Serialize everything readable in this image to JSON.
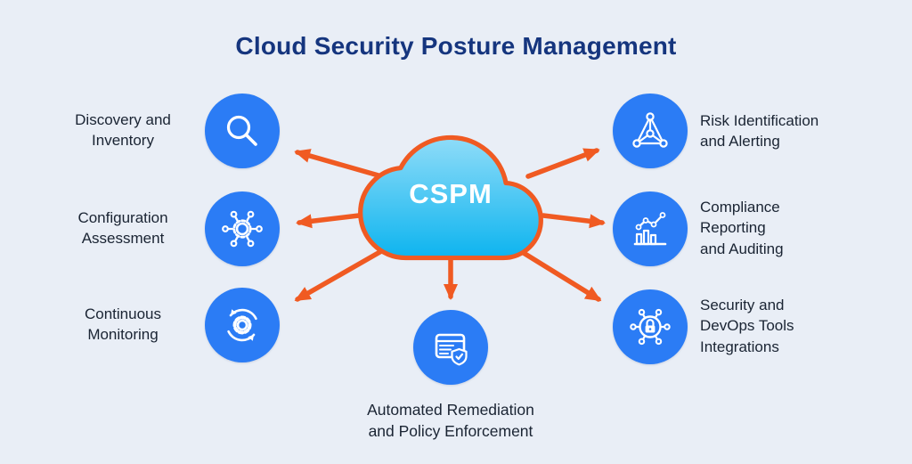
{
  "title": "Cloud Security Posture Management",
  "center": {
    "label": "CSPM",
    "icon": "cloud-icon"
  },
  "nodes": [
    {
      "id": "discovery-inventory",
      "label": "Discovery and\nInventory",
      "icon": "magnifier-icon"
    },
    {
      "id": "configuration-assessment",
      "label": "Configuration\nAssessment",
      "icon": "network-hub-icon"
    },
    {
      "id": "continuous-monitoring",
      "label": "Continuous\nMonitoring",
      "icon": "gear-sync-icon"
    },
    {
      "id": "risk-identification",
      "label": "Risk Identification\nand Alerting",
      "icon": "alert-network-icon"
    },
    {
      "id": "compliance-reporting",
      "label": "Compliance\nReporting\nand Auditing",
      "icon": "bar-chart-icon"
    },
    {
      "id": "security-devops",
      "label": "Security and\nDevOps Tools\nIntegrations",
      "icon": "lock-network-icon"
    },
    {
      "id": "automated-remediation",
      "label": "Automated Remediation\nand Policy Enforcement",
      "icon": "document-shield-icon"
    }
  ],
  "colors": {
    "background": "#e9eef6",
    "title": "#15357e",
    "circle": "#2b7cf5",
    "arrow": "#f05a22",
    "cloud_top": "#8fdcf8",
    "cloud_bottom": "#0db4ef",
    "cloud_border": "#f05a22",
    "label": "#1a2433"
  }
}
